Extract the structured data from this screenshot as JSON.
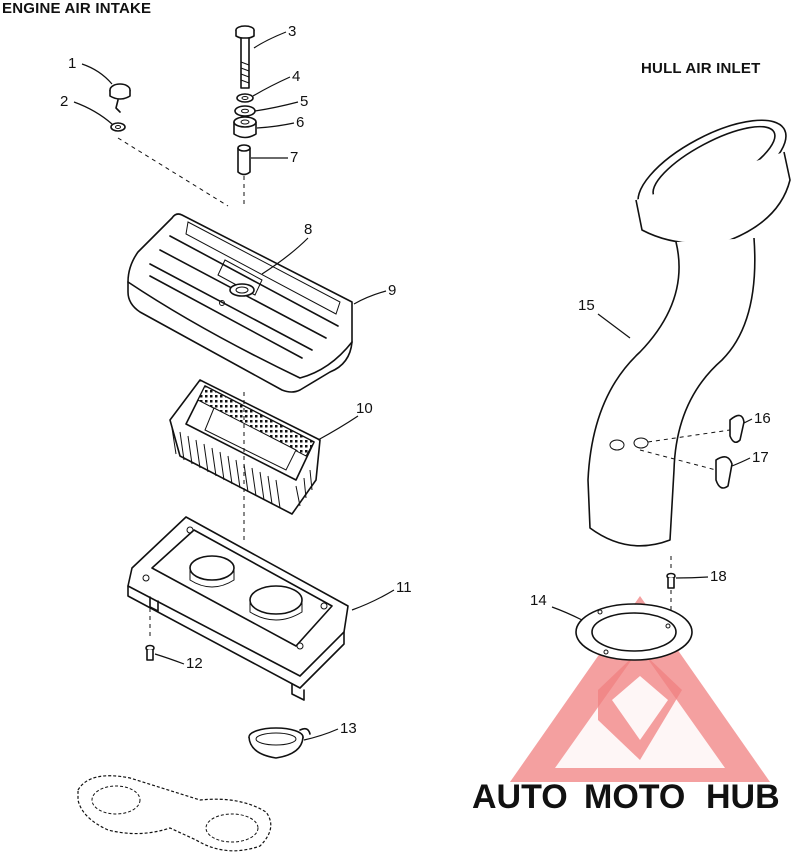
{
  "headings": {
    "engine": "ENGINE AIR INTAKE",
    "hull": "HULL AIR INLET"
  },
  "callouts": [
    "1",
    "2",
    "3",
    "4",
    "5",
    "6",
    "7",
    "8",
    "9",
    "10",
    "11",
    "12",
    "13",
    "14",
    "15",
    "16",
    "17",
    "18"
  ],
  "watermark": {
    "part1": "AUTO",
    "part2": "MOTO",
    "part3": "HUB",
    "color_orange": "#f4b24a",
    "color_red": "#ee6a6a",
    "color_gray": "#8a8a8a"
  }
}
